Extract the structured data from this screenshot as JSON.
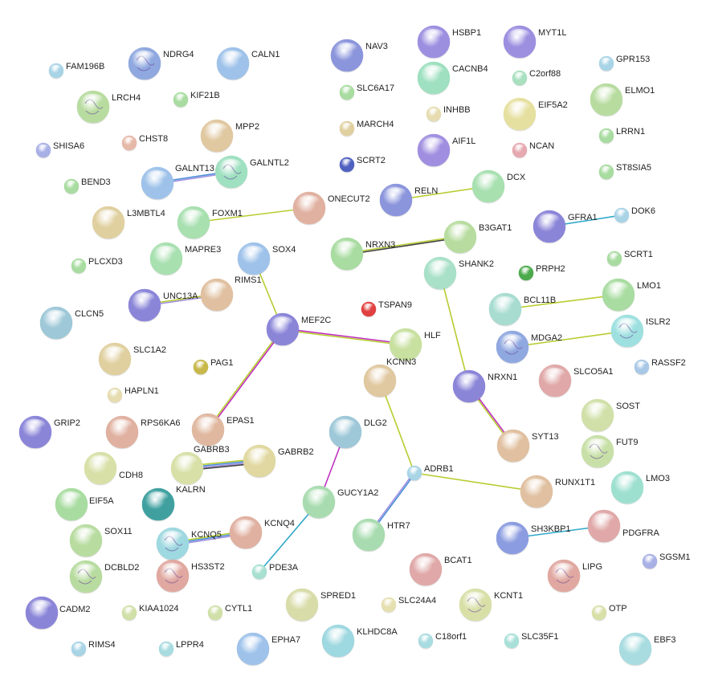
{
  "network": {
    "nodes": [
      {
        "id": "FAM196B",
        "color": "#a8d4e6",
        "size": "s"
      },
      {
        "id": "NDRG4",
        "color": "#8fa8e0",
        "size": "l",
        "structure": true
      },
      {
        "id": "CALN1",
        "color": "#9ec2ea",
        "size": "l"
      },
      {
        "id": "NAV3",
        "color": "#8b95dc",
        "size": "l"
      },
      {
        "id": "HSBP1",
        "color": "#9d8fe0",
        "size": "l"
      },
      {
        "id": "MYT1L",
        "color": "#9d8fe0",
        "size": "l"
      },
      {
        "id": "GPR153",
        "color": "#a8d4e6",
        "size": "s"
      },
      {
        "id": "KIF21B",
        "color": "#a8dca0",
        "size": "s"
      },
      {
        "id": "LRCH4",
        "color": "#b8dca0",
        "size": "l",
        "structure": true
      },
      {
        "id": "SLC6A17",
        "color": "#a8dca0",
        "size": "s"
      },
      {
        "id": "CACNB4",
        "color": "#9ee0c0",
        "size": "l"
      },
      {
        "id": "C2orf88",
        "color": "#a8e0c0",
        "size": "s"
      },
      {
        "id": "ELMO1",
        "color": "#b8dca0",
        "size": "l"
      },
      {
        "id": "MPP2",
        "color": "#e0c8a0",
        "size": "l"
      },
      {
        "id": "INHBB",
        "color": "#e6dcb0",
        "size": "s"
      },
      {
        "id": "EIF5A2",
        "color": "#e6e0a0",
        "size": "l"
      },
      {
        "id": "SHISA6",
        "color": "#a8b0e6",
        "size": "s"
      },
      {
        "id": "CHST8",
        "color": "#e6b8a8",
        "size": "s"
      },
      {
        "id": "MARCH4",
        "color": "#e0d0a0",
        "size": "s"
      },
      {
        "id": "AIF1L",
        "color": "#a08fe0",
        "size": "l"
      },
      {
        "id": "LRRN1",
        "color": "#a8dca0",
        "size": "s"
      },
      {
        "id": "GALNTL2",
        "color": "#9ee0c0",
        "size": "l",
        "structure": true
      },
      {
        "id": "NCAN",
        "color": "#e6a8b0",
        "size": "s"
      },
      {
        "id": "SCRT2",
        "color": "#5060c0",
        "size": "s"
      },
      {
        "id": "BEND3",
        "color": "#a8dca0",
        "size": "s"
      },
      {
        "id": "GALNT13",
        "color": "#9ec2ea",
        "size": "l"
      },
      {
        "id": "DCX",
        "color": "#a8e0b0",
        "size": "l"
      },
      {
        "id": "ST8SIA5",
        "color": "#a8dca0",
        "size": "s"
      },
      {
        "id": "RELN",
        "color": "#8b95dc",
        "size": "l"
      },
      {
        "id": "ONECUT2",
        "color": "#e0b0a0",
        "size": "l"
      },
      {
        "id": "L3MBTL4",
        "color": "#e0d0a0",
        "size": "l"
      },
      {
        "id": "FOXM1",
        "color": "#a8e0b0",
        "size": "l"
      },
      {
        "id": "GFRA1",
        "color": "#8b85d8",
        "size": "l"
      },
      {
        "id": "DOK6",
        "color": "#a8d4e6",
        "size": "s"
      },
      {
        "id": "B3GAT1",
        "color": "#b8dca0",
        "size": "l"
      },
      {
        "id": "NRXN3",
        "color": "#a8dca0",
        "size": "l"
      },
      {
        "id": "SOX4",
        "color": "#9ec2ea",
        "size": "l"
      },
      {
        "id": "SHANK2",
        "color": "#a8e0c8",
        "size": "l"
      },
      {
        "id": "SCRT1",
        "color": "#a8dca0",
        "size": "s"
      },
      {
        "id": "PLCXD3",
        "color": "#a8dca0",
        "size": "s"
      },
      {
        "id": "MAPRE3",
        "color": "#a8e0b0",
        "size": "l"
      },
      {
        "id": "PRPH2",
        "color": "#4caa4c",
        "size": "s"
      },
      {
        "id": "LMO1",
        "color": "#a8dca0",
        "size": "l"
      },
      {
        "id": "RIMS1",
        "color": "#e0c0a0",
        "size": "l"
      },
      {
        "id": "UNC13A",
        "color": "#8b85d8",
        "size": "l"
      },
      {
        "id": "TSPAN9",
        "color": "#e04040",
        "size": "s"
      },
      {
        "id": "BCL11B",
        "color": "#a8dcd0",
        "size": "l"
      },
      {
        "id": "CLCN5",
        "color": "#9ec8d8",
        "size": "l"
      },
      {
        "id": "MEF2C",
        "color": "#8b85d8",
        "size": "l"
      },
      {
        "id": "ISLR2",
        "color": "#9ee0e0",
        "size": "l",
        "structure": true
      },
      {
        "id": "HLF",
        "color": "#c8e0a0",
        "size": "l"
      },
      {
        "id": "MDGA2",
        "color": "#8fa8e0",
        "size": "l",
        "structure": true
      },
      {
        "id": "SLC1A2",
        "color": "#e0d0a0",
        "size": "l"
      },
      {
        "id": "RASSF2",
        "color": "#a8c8e6",
        "size": "s"
      },
      {
        "id": "PAG1",
        "color": "#c8b84a",
        "size": "s"
      },
      {
        "id": "KCNN3",
        "color": "#e0c8a0",
        "size": "l"
      },
      {
        "id": "NRXN1",
        "color": "#8b85d8",
        "size": "l"
      },
      {
        "id": "SLCO5A1",
        "color": "#e0a8a8",
        "size": "l"
      },
      {
        "id": "HAPLN1",
        "color": "#e6dcb0",
        "size": "s"
      },
      {
        "id": "SOST",
        "color": "#d0e0a8",
        "size": "l"
      },
      {
        "id": "EPAS1",
        "color": "#e0b8a0",
        "size": "l"
      },
      {
        "id": "GRIP2",
        "color": "#8b85d8",
        "size": "l"
      },
      {
        "id": "RPS6KA6",
        "color": "#e0b0a0",
        "size": "l"
      },
      {
        "id": "DLG2",
        "color": "#9ec8d8",
        "size": "l"
      },
      {
        "id": "SYT13",
        "color": "#e0c0a0",
        "size": "l"
      },
      {
        "id": "FUT9",
        "color": "#c8e0a8",
        "size": "l",
        "structure": true
      },
      {
        "id": "CDH8",
        "color": "#d8e0a8",
        "size": "l"
      },
      {
        "id": "GABRB3",
        "color": "#d8e0a8",
        "size": "l"
      },
      {
        "id": "GABRB2",
        "color": "#e0d8a0",
        "size": "l"
      },
      {
        "id": "ADRB1",
        "color": "#a8d4e6",
        "size": "s"
      },
      {
        "id": "EIF5A",
        "color": "#a8dca0",
        "size": "l"
      },
      {
        "id": "KALRN",
        "color": "#40a0a0",
        "size": "l"
      },
      {
        "id": "GUCY1A2",
        "color": "#a8dcb0",
        "size": "l"
      },
      {
        "id": "RUNX1T1",
        "color": "#e0c0a0",
        "size": "l"
      },
      {
        "id": "LMO3",
        "color": "#9ee0d0",
        "size": "l"
      },
      {
        "id": "SOX11",
        "color": "#b8dca0",
        "size": "l"
      },
      {
        "id": "KCNQ4",
        "color": "#e0b0a0",
        "size": "l"
      },
      {
        "id": "KCNQ5",
        "color": "#9ed8e0",
        "size": "l",
        "structure": true
      },
      {
        "id": "HTR7",
        "color": "#a8dcb0",
        "size": "l"
      },
      {
        "id": "SH3KBP1",
        "color": "#8b9ce0",
        "size": "l"
      },
      {
        "id": "PDGFRA",
        "color": "#e0a8a8",
        "size": "l"
      },
      {
        "id": "DCBLD2",
        "color": "#b8dca0",
        "size": "l",
        "structure": true
      },
      {
        "id": "HS3ST2",
        "color": "#e0a8a0",
        "size": "l",
        "structure": true
      },
      {
        "id": "PDE3A",
        "color": "#a8e0d0",
        "size": "s"
      },
      {
        "id": "BCAT1",
        "color": "#e0a8a8",
        "size": "l"
      },
      {
        "id": "LIPG",
        "color": "#e0a8a0",
        "size": "l",
        "structure": true
      },
      {
        "id": "SGSM1",
        "color": "#a8b0e6",
        "size": "s"
      },
      {
        "id": "CADM2",
        "color": "#8b85d8",
        "size": "l"
      },
      {
        "id": "SPRED1",
        "color": "#d8dca8",
        "size": "l"
      },
      {
        "id": "KCNT1",
        "color": "#d8e0a8",
        "size": "l",
        "structure": true
      },
      {
        "id": "KIAA1024",
        "color": "#d0e0a8",
        "size": "s"
      },
      {
        "id": "CYTL1",
        "color": "#d0e0a8",
        "size": "s"
      },
      {
        "id": "SLC24A4",
        "color": "#e6e0b0",
        "size": "s"
      },
      {
        "id": "OTP",
        "color": "#d8e0a8",
        "size": "s"
      },
      {
        "id": "RIMS4",
        "color": "#a8d4e6",
        "size": "s"
      },
      {
        "id": "LPPR4",
        "color": "#a8dce0",
        "size": "s"
      },
      {
        "id": "EPHA7",
        "color": "#9ec2ea",
        "size": "l"
      },
      {
        "id": "KLHDC8A",
        "color": "#9ed8e0",
        "size": "l"
      },
      {
        "id": "C18orf1",
        "color": "#a8dce0",
        "size": "s"
      },
      {
        "id": "SLC35F1",
        "color": "#a8e0d8",
        "size": "s"
      },
      {
        "id": "EBF3",
        "color": "#a8dce0",
        "size": "l"
      }
    ],
    "edges": [
      {
        "source": "GALNT13",
        "target": "GALNTL2",
        "colors": [
          "#4a90d9",
          "#a08fe0"
        ]
      },
      {
        "source": "FOXM1",
        "target": "ONECUT2",
        "colors": [
          "#b8cc30"
        ]
      },
      {
        "source": "RELN",
        "target": "DCX",
        "colors": [
          "#b8cc30"
        ]
      },
      {
        "source": "GFRA1",
        "target": "DOK6",
        "colors": [
          "#30a8c8"
        ]
      },
      {
        "source": "NRXN3",
        "target": "B3GAT1",
        "colors": [
          "#b8cc30",
          "#404040"
        ]
      },
      {
        "source": "SOX4",
        "target": "MEF2C",
        "colors": [
          "#b8cc30"
        ]
      },
      {
        "source": "UNC13A",
        "target": "RIMS1",
        "colors": [
          "#b8cc30",
          "#a08fe0"
        ]
      },
      {
        "source": "SHANK2",
        "target": "NRXN1",
        "colors": [
          "#b8cc30"
        ]
      },
      {
        "source": "BCL11B",
        "target": "LMO1",
        "colors": [
          "#b8cc30"
        ]
      },
      {
        "source": "MDGA2",
        "target": "ISLR2",
        "colors": [
          "#b8cc30"
        ]
      },
      {
        "source": "MEF2C",
        "target": "HLF",
        "colors": [
          "#c030c0",
          "#b8cc30"
        ]
      },
      {
        "source": "MEF2C",
        "target": "EPAS1",
        "colors": [
          "#c030c0",
          "#b8cc30"
        ]
      },
      {
        "source": "KCNN3",
        "target": "ADRB1",
        "colors": [
          "#b8cc30"
        ]
      },
      {
        "source": "NRXN1",
        "target": "SYT13",
        "colors": [
          "#c030c0",
          "#b8cc30"
        ]
      },
      {
        "source": "GABRB3",
        "target": "GABRB2",
        "colors": [
          "#b8cc30",
          "#4a90d9",
          "#a08fe0",
          "#404040"
        ]
      },
      {
        "source": "DLG2",
        "target": "GUCY1A2",
        "colors": [
          "#c030c0"
        ]
      },
      {
        "source": "ADRB1",
        "target": "RUNX1T1",
        "colors": [
          "#b8cc30"
        ]
      },
      {
        "source": "ADRB1",
        "target": "HTR7",
        "colors": [
          "#4a90d9",
          "#a08fe0"
        ]
      },
      {
        "source": "KCNQ5",
        "target": "KCNQ4",
        "colors": [
          "#b8cc30",
          "#4a90d9",
          "#a08fe0"
        ]
      },
      {
        "source": "GUCY1A2",
        "target": "PDE3A",
        "colors": [
          "#30a8c8"
        ]
      },
      {
        "source": "SH3KBP1",
        "target": "PDGFRA",
        "colors": [
          "#30a8c8"
        ]
      }
    ]
  }
}
